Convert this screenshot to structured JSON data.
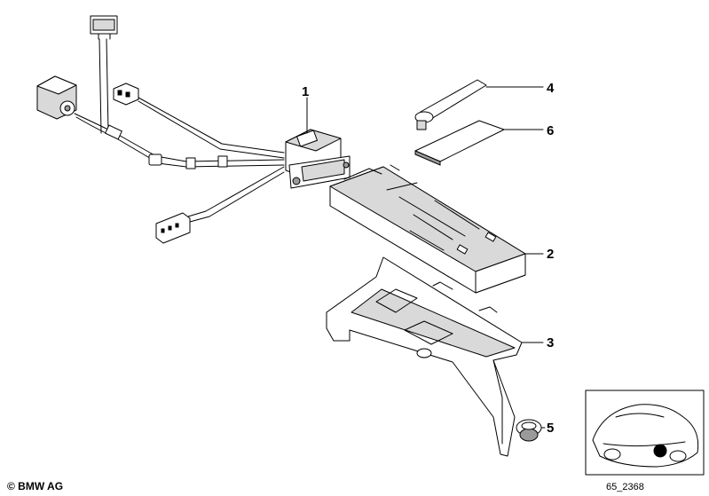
{
  "callouts": [
    {
      "id": "1",
      "label": "1"
    },
    {
      "id": "2",
      "label": "2"
    },
    {
      "id": "3",
      "label": "3"
    },
    {
      "id": "4",
      "label": "4"
    },
    {
      "id": "5",
      "label": "5"
    },
    {
      "id": "6",
      "label": "6"
    }
  ],
  "footer": {
    "copyright": "© BMW AG",
    "drawing_code": "65_2368"
  }
}
